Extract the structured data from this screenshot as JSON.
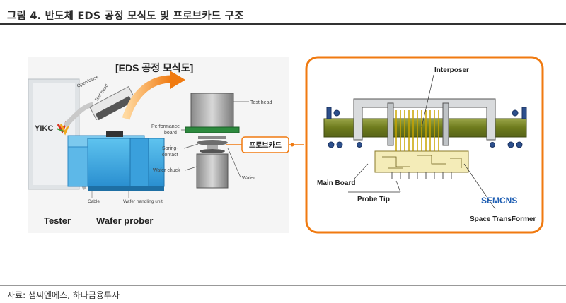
{
  "header": {
    "title": "그림 4. 반도체 EDS 공정 모식도 및 프로브카드 구조"
  },
  "footer": {
    "source": "자료: 샘씨엔에스, 하나금융투자"
  },
  "figure": {
    "left_panel": {
      "heading": "[EDS 공정 모식도]",
      "brand": "YIKC",
      "labels": {
        "open_close": "Open/close",
        "test_head_arm": "Test head",
        "test_head": "Test head",
        "performance_board_line1": "Performance",
        "performance_board_line2": "board",
        "spring_contact_line1": "Spring-",
        "spring_contact_line2": "contact",
        "wafer_chuck": "Wafer chuck",
        "wafer": "Wafer",
        "cable": "Cable",
        "wafer_handling_unit": "Wafer handling unit",
        "tester": "Tester",
        "wafer_prober": "Wafer prober"
      },
      "probe_card_box": "프로브카드"
    },
    "right_panel": {
      "labels": {
        "interposer": "Interposer",
        "main_board": "Main Board",
        "probe_tip": "Probe Tip",
        "space_transformer": "Space TransFormer",
        "logo": "SEMCNS"
      }
    }
  }
}
